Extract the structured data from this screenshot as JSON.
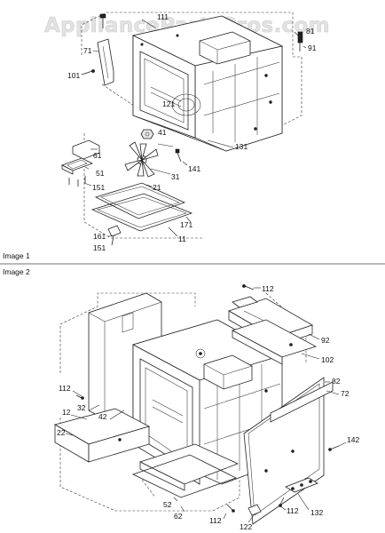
{
  "watermark": "AppliancePartsPros.com",
  "panels": [
    {
      "label": "Image 1",
      "callouts": [
        "111",
        "81",
        "91",
        "71",
        "101",
        "121",
        "41",
        "131",
        "61",
        "51",
        "141",
        "31",
        "151",
        "21",
        "171",
        "161",
        "151",
        "11"
      ]
    },
    {
      "label": "Image 2",
      "callouts": [
        "112",
        "92",
        "102",
        "82",
        "72",
        "112",
        "12",
        "32",
        "42",
        "22",
        "142",
        "52",
        "62",
        "112",
        "112",
        "132",
        "122"
      ]
    }
  ]
}
